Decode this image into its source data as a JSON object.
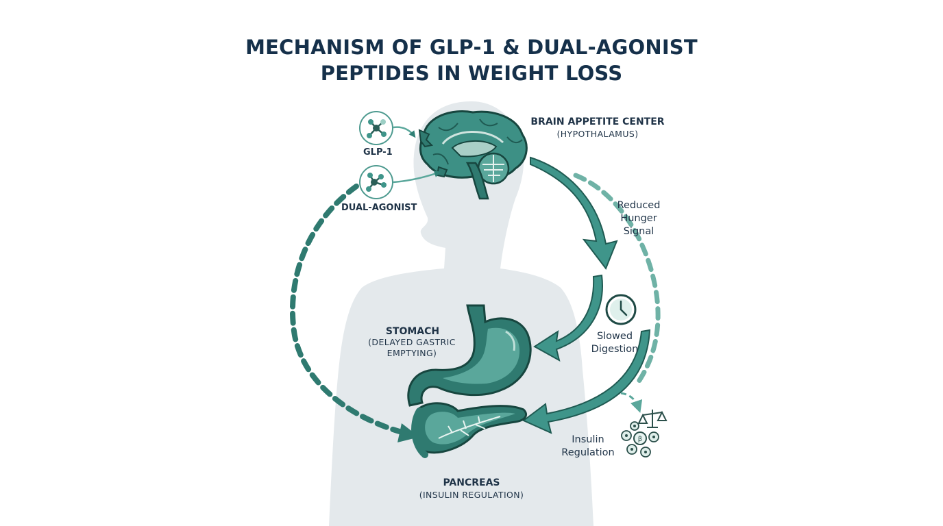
{
  "title": {
    "line1": "MECHANISM OF GLP-1 & DUAL-AGONIST",
    "line2": "PEPTIDES IN WEIGHT LOSS"
  },
  "peptides": {
    "glp1": "GLP-1",
    "dual": "DUAL-AGONIST"
  },
  "brain": {
    "name": "BRAIN APPETITE CENTER",
    "detail": "(HYPOTHALAMUS)"
  },
  "effects": {
    "hunger": [
      "Reduced",
      "Hunger",
      "Signal"
    ],
    "digestion": [
      "Slowed",
      "Digestion"
    ],
    "insulin": [
      "Insulin",
      "Regulation"
    ]
  },
  "stomach": {
    "name": "STOMACH",
    "detail": [
      "(DELAYED GASTRIC",
      "EMPTYING)"
    ]
  },
  "pancreas": {
    "name": "PANCREAS",
    "detail": "(INSULIN REGULATION)"
  },
  "icons": {
    "peptide": "molecule-icon",
    "clock": "clock-icon",
    "scale": "balance-scale-icon",
    "cells": "islet-cells-icon"
  },
  "colors": {
    "teal": "#3a8c81",
    "teal_dark": "#1f5a52",
    "teal_light": "#7fbcb0",
    "silhouette": "#e4e9ec",
    "navy": "#15304a"
  }
}
